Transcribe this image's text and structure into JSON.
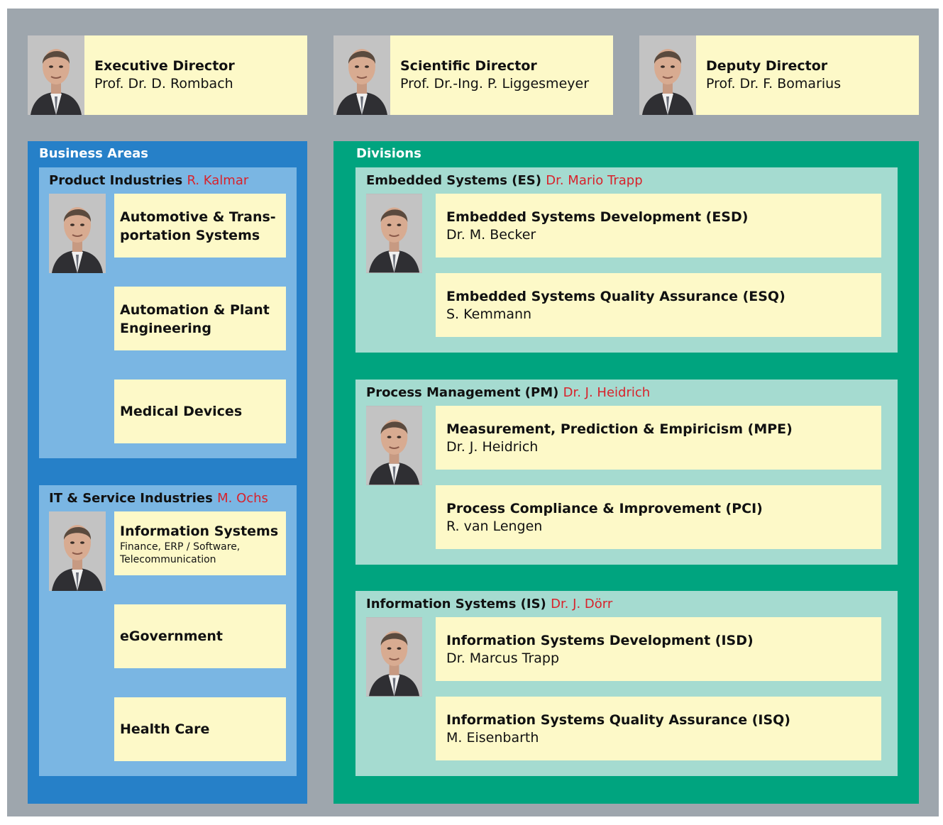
{
  "directors": [
    {
      "role": "Executive Director",
      "name": "Prof. Dr. D. Rombach"
    },
    {
      "role": "Scientific Director",
      "name": "Prof. Dr.-Ing. P. Liggesmeyer"
    },
    {
      "role": "Deputy Director",
      "name": "Prof. Dr. F. Bomarius"
    }
  ],
  "business_areas": {
    "title": "Business Areas",
    "groups": [
      {
        "name": "Product Industries",
        "head": "R. Kalmar",
        "items": [
          {
            "title": "Automotive & Trans-\nportation Systems"
          },
          {
            "title": "Automation & Plant\nEngineering"
          },
          {
            "title": "Medical Devices"
          }
        ]
      },
      {
        "name": "IT & Service Industries",
        "head": "M. Ochs",
        "items": [
          {
            "title": "Information Systems",
            "subtitle": "Finance, ERP / Software,\nTelecommunication"
          },
          {
            "title": "eGovernment"
          },
          {
            "title": "Health Care"
          }
        ]
      }
    ]
  },
  "divisions": {
    "title": "Divisions",
    "groups": [
      {
        "name": "Embedded Systems (ES)",
        "head": "Dr. Mario Trapp",
        "departments": [
          {
            "title": "Embedded Systems Development (ESD)",
            "head": "Dr. M. Becker"
          },
          {
            "title": "Embedded Systems Quality Assurance (ESQ)",
            "head": "S. Kemmann"
          }
        ]
      },
      {
        "name": "Process Management (PM)",
        "head": "Dr. J. Heidrich",
        "departments": [
          {
            "title": "Measurement, Prediction & Empiricism (MPE)",
            "head": "Dr. J. Heidrich"
          },
          {
            "title": "Process Compliance & Improvement (PCI)",
            "head": "R. van Lengen"
          }
        ]
      },
      {
        "name": "Information Systems (IS)",
        "head": "Dr. J. Dörr",
        "departments": [
          {
            "title": "Information Systems Development (ISD)",
            "head": "Dr. Marcus Trapp"
          },
          {
            "title": "Information Systems Quality Assurance (ISQ)",
            "head": "M. Eisenbarth"
          }
        ]
      }
    ]
  },
  "colors": {
    "frame": "#9ea6ad",
    "business_panel": "#2680c8",
    "business_group": "#7ab6e3",
    "division_panel": "#00a47f",
    "division_group": "#a5dbd0",
    "box": "#fdf9c8",
    "head_name": "#d8222b"
  }
}
